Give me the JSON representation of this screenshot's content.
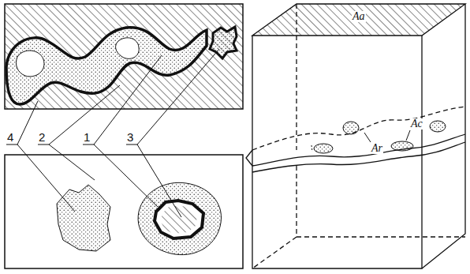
{
  "diagram": {
    "labels": [
      "4",
      "2",
      "1",
      "3",
      "Aa",
      "Ar",
      "Ac"
    ]
  }
}
